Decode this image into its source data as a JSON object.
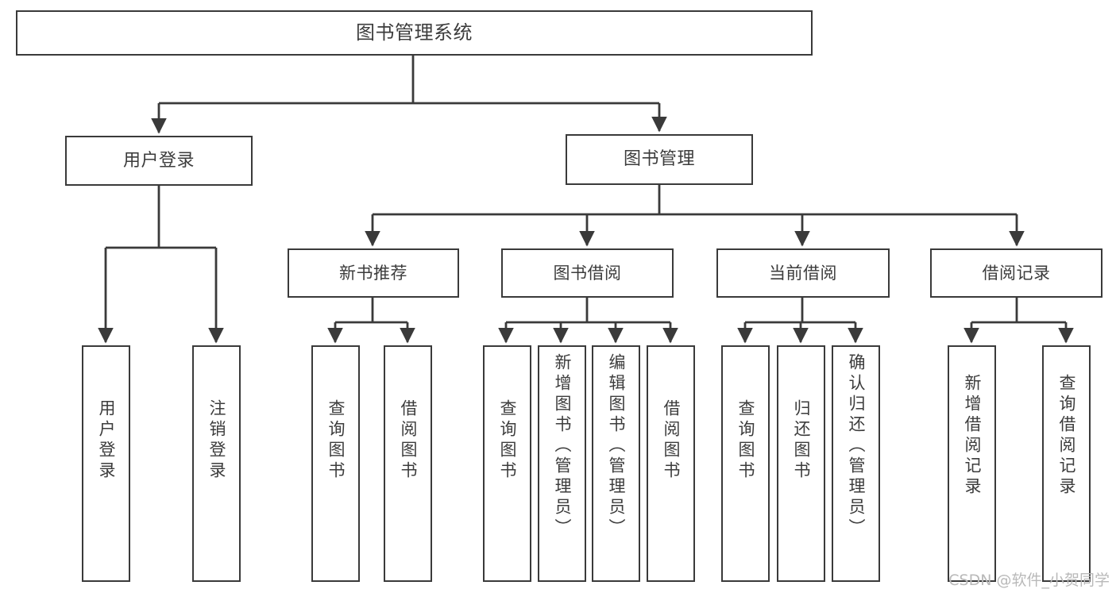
{
  "diagram": {
    "type": "tree",
    "title": "图书管理系统",
    "root": {
      "label": "图书管理系统"
    },
    "level1": [
      {
        "label": "用户登录"
      },
      {
        "label": "图书管理"
      }
    ],
    "level2": [
      {
        "label": "新书推荐"
      },
      {
        "label": "图书借阅"
      },
      {
        "label": "当前借阅"
      },
      {
        "label": "借阅记录"
      }
    ],
    "leaves": [
      {
        "label": "用户登录",
        "parent": "用户登录"
      },
      {
        "label": "注销登录",
        "parent": "用户登录"
      },
      {
        "label": "查询图书",
        "parent": "新书推荐"
      },
      {
        "label": "借阅图书",
        "parent": "新书推荐"
      },
      {
        "label": "查询图书",
        "parent": "图书借阅"
      },
      {
        "label": "新增图书（管理员）",
        "parent": "图书借阅"
      },
      {
        "label": "编辑图书（管理员）",
        "parent": "图书借阅"
      },
      {
        "label": "借阅图书",
        "parent": "图书借阅"
      },
      {
        "label": "查询图书",
        "parent": "当前借阅"
      },
      {
        "label": "归还图书",
        "parent": "当前借阅"
      },
      {
        "label": "确认归还（管理员）",
        "parent": "当前借阅"
      },
      {
        "label": "新增借阅记录",
        "parent": "借阅记录"
      },
      {
        "label": "查询借阅记录",
        "parent": "借阅记录"
      }
    ]
  },
  "watermark": {
    "text": "CSDN @软件_小贺同学"
  },
  "colors": {
    "stroke": "#3a3a3a",
    "text": "#3c3c3c",
    "background": "#ffffff",
    "watermark": "#b9b9b9"
  }
}
